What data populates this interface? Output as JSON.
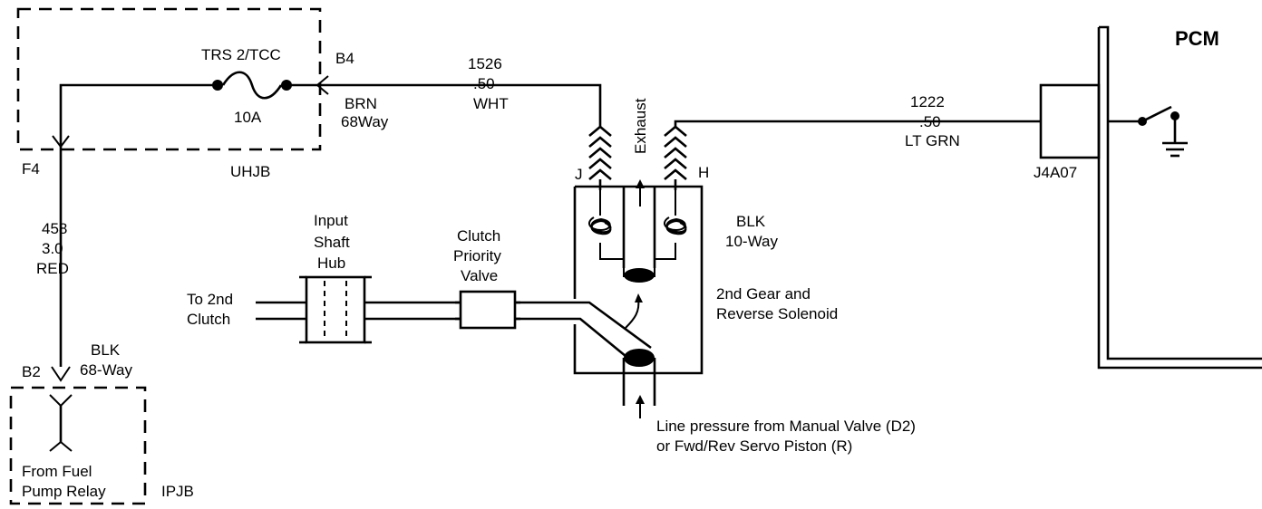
{
  "labels": {
    "pcm": "PCM",
    "fuse_name": "TRS 2/TCC",
    "fuse_rating": "10A",
    "uhjb": "UHJB",
    "b4": "B4",
    "f4": "F4",
    "brn": "BRN",
    "brn_conn": "68Way",
    "w1526_num": "1526",
    "w1526_size": ".50",
    "w1526_color": "WHT",
    "exhaust": "Exhaust",
    "pin_j": "J",
    "pin_h": "H",
    "w1222_num": "1222",
    "w1222_size": ".50",
    "w1222_color": "LT GRN",
    "j4a07": "J4A07",
    "w458_num": "458",
    "w458_size": "3.0",
    "w458_color": "RED",
    "b2": "B2",
    "blk68_color": "BLK",
    "blk68_conn": "68-Way",
    "from_fuel": "From Fuel",
    "pump_relay": "Pump Relay",
    "ipjb": "IPJB",
    "ish_1": "Input",
    "ish_2": "Shaft",
    "ish_3": "Hub",
    "cpv_1": "Clutch",
    "cpv_2": "Priority",
    "cpv_3": "Valve",
    "to2nd_1": "To 2nd",
    "to2nd_2": "Clutch",
    "blk10_color": "BLK",
    "blk10_conn": "10-Way",
    "sol_1": "2nd Gear and",
    "sol_2": "Reverse Solenoid",
    "line_1": "Line pressure from Manual Valve (D2)",
    "line_2": "or Fwd/Rev Servo Piston (R)"
  }
}
